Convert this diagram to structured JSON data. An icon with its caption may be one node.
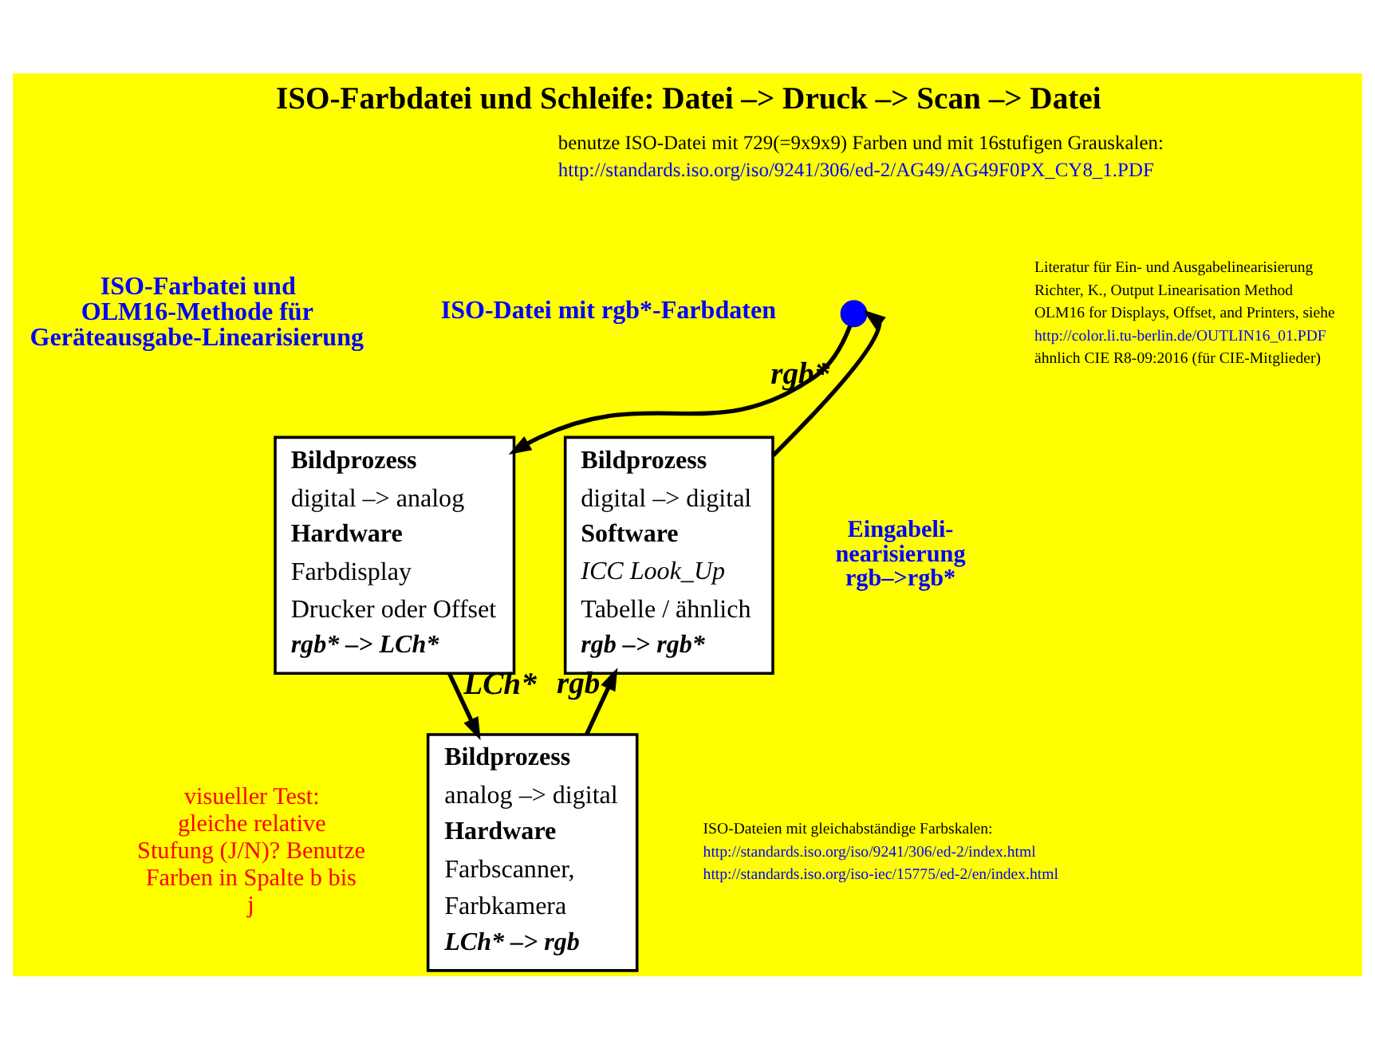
{
  "diagram": {
    "title": "ISO-Farbdatei und Schleife: Datei –> Druck –> Scan –> Datei",
    "nodes": [
      {
        "text": [],
        "shape": "circle",
        "beside": [
          "ISO-Datei mit rgb*-Farbdaten"
        ]
      },
      {
        "text": [
          "Bildprozess",
          "digital –> analog",
          "Hardware",
          "Farbdisplay",
          "Drucker oder Offset",
          "rgb* –> LCh*"
        ]
      },
      {
        "text": [
          "Bildprozess",
          "analog –> digital",
          "Hardware",
          "Farbscanner,",
          "Farbkamera",
          "LCh* –> rgb"
        ]
      },
      {
        "text": [
          "Bildprozess",
          "digital –> digital",
          "Software",
          "ICC Look_Up",
          "Tabelle / ähnlich",
          "rgb –> rgb*"
        ]
      }
    ],
    "edges": [
      {
        "from": 0,
        "to": 1,
        "arrow": "to"
      },
      {
        "from": 1,
        "to": 2,
        "arrow": "to",
        "label": "LCh*"
      },
      {
        "from": 2,
        "to": 3,
        "arrow": "to",
        "label": "rgb"
      },
      {
        "from": 3,
        "to": 0,
        "arrow": "to",
        "label": "rgb*"
      }
    ],
    "labels": [
      "benutze ISO-Datei mit 729(=9x9x9) Farben und mit 16stufigen Grauskalen:",
      "http://standards.iso.org/iso/9241/306/ed-2/AG49/AG49F0PX_CY8_1.PDF",
      "ISO-Farbatei und OLM16-Methode für Geräteausgabe-Linearisierung",
      "Literatur für Ein- und Ausgabelinearisierung",
      "Richter, K., Output Linearisation Method",
      "OLM16 for Displays, Offset, and Printers, siehe",
      "http://color.li.tu-berlin.de/OUTLIN16_01.PDF",
      "ähnlich CIE R8-09:2016 (für CIE-Mitglieder)",
      "Eingabeli- nearisierung rgb–>rgb*",
      "visueller Test: gleiche relative Stufung (J/N)? Benutze Farben in Spalte b bis j",
      "ISO-Dateien mit gleichabständige Farbskalen:",
      "http://standards.iso.org/iso/9241/306/ed-2/index.html",
      "http://standards.iso.org/iso-iec/15775/ed-2/en/index.html"
    ]
  }
}
